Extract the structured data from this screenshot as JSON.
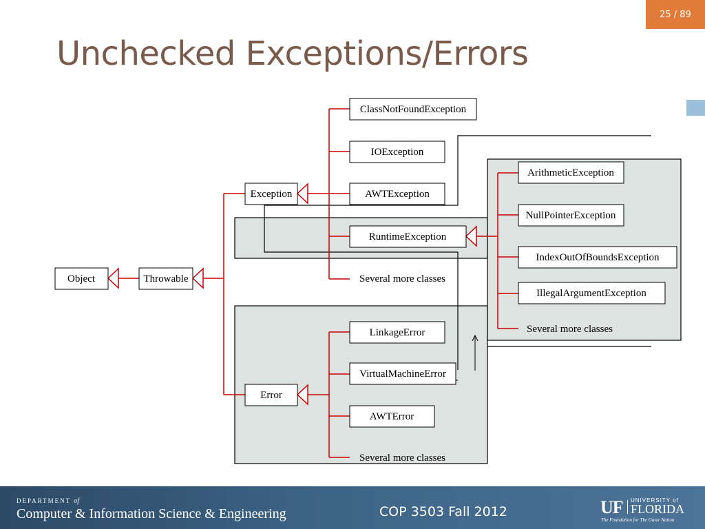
{
  "page_counter": "25 / 89",
  "title": "Unchecked Exceptions/Errors",
  "diagram": {
    "object": "Object",
    "throwable": "Throwable",
    "exception": "Exception",
    "error": "Error",
    "exception_subclasses": [
      "ClassNotFoundException",
      "IOException",
      "AWTException",
      "RuntimeException",
      "Several more classes"
    ],
    "runtime_subclasses": [
      "ArithmeticException",
      "NullPointerException",
      "IndexOutOfBoundsException",
      "IllegalArgumentException",
      "Several more classes"
    ],
    "error_subclasses": [
      "LinkageError",
      "VirtualMachineError",
      "AWTError",
      "Several more classes"
    ]
  },
  "colors": {
    "accent": "#e07b39",
    "title": "#7a5a4a",
    "connector": "#cc0000",
    "shaded_box": "#dde3e0",
    "footer": "#3d6385"
  },
  "footer": {
    "department_prefix": "DEPARTMENT",
    "department_of": "of",
    "department_name": "Computer & Information Science & Engineering",
    "course": "COP 3503 Fall 2012",
    "logo_uf": "UF",
    "logo_university": "UNIVERSITY of",
    "logo_florida": "FLORIDA",
    "logo_tagline": "The Foundation for The Gator Nation"
  }
}
